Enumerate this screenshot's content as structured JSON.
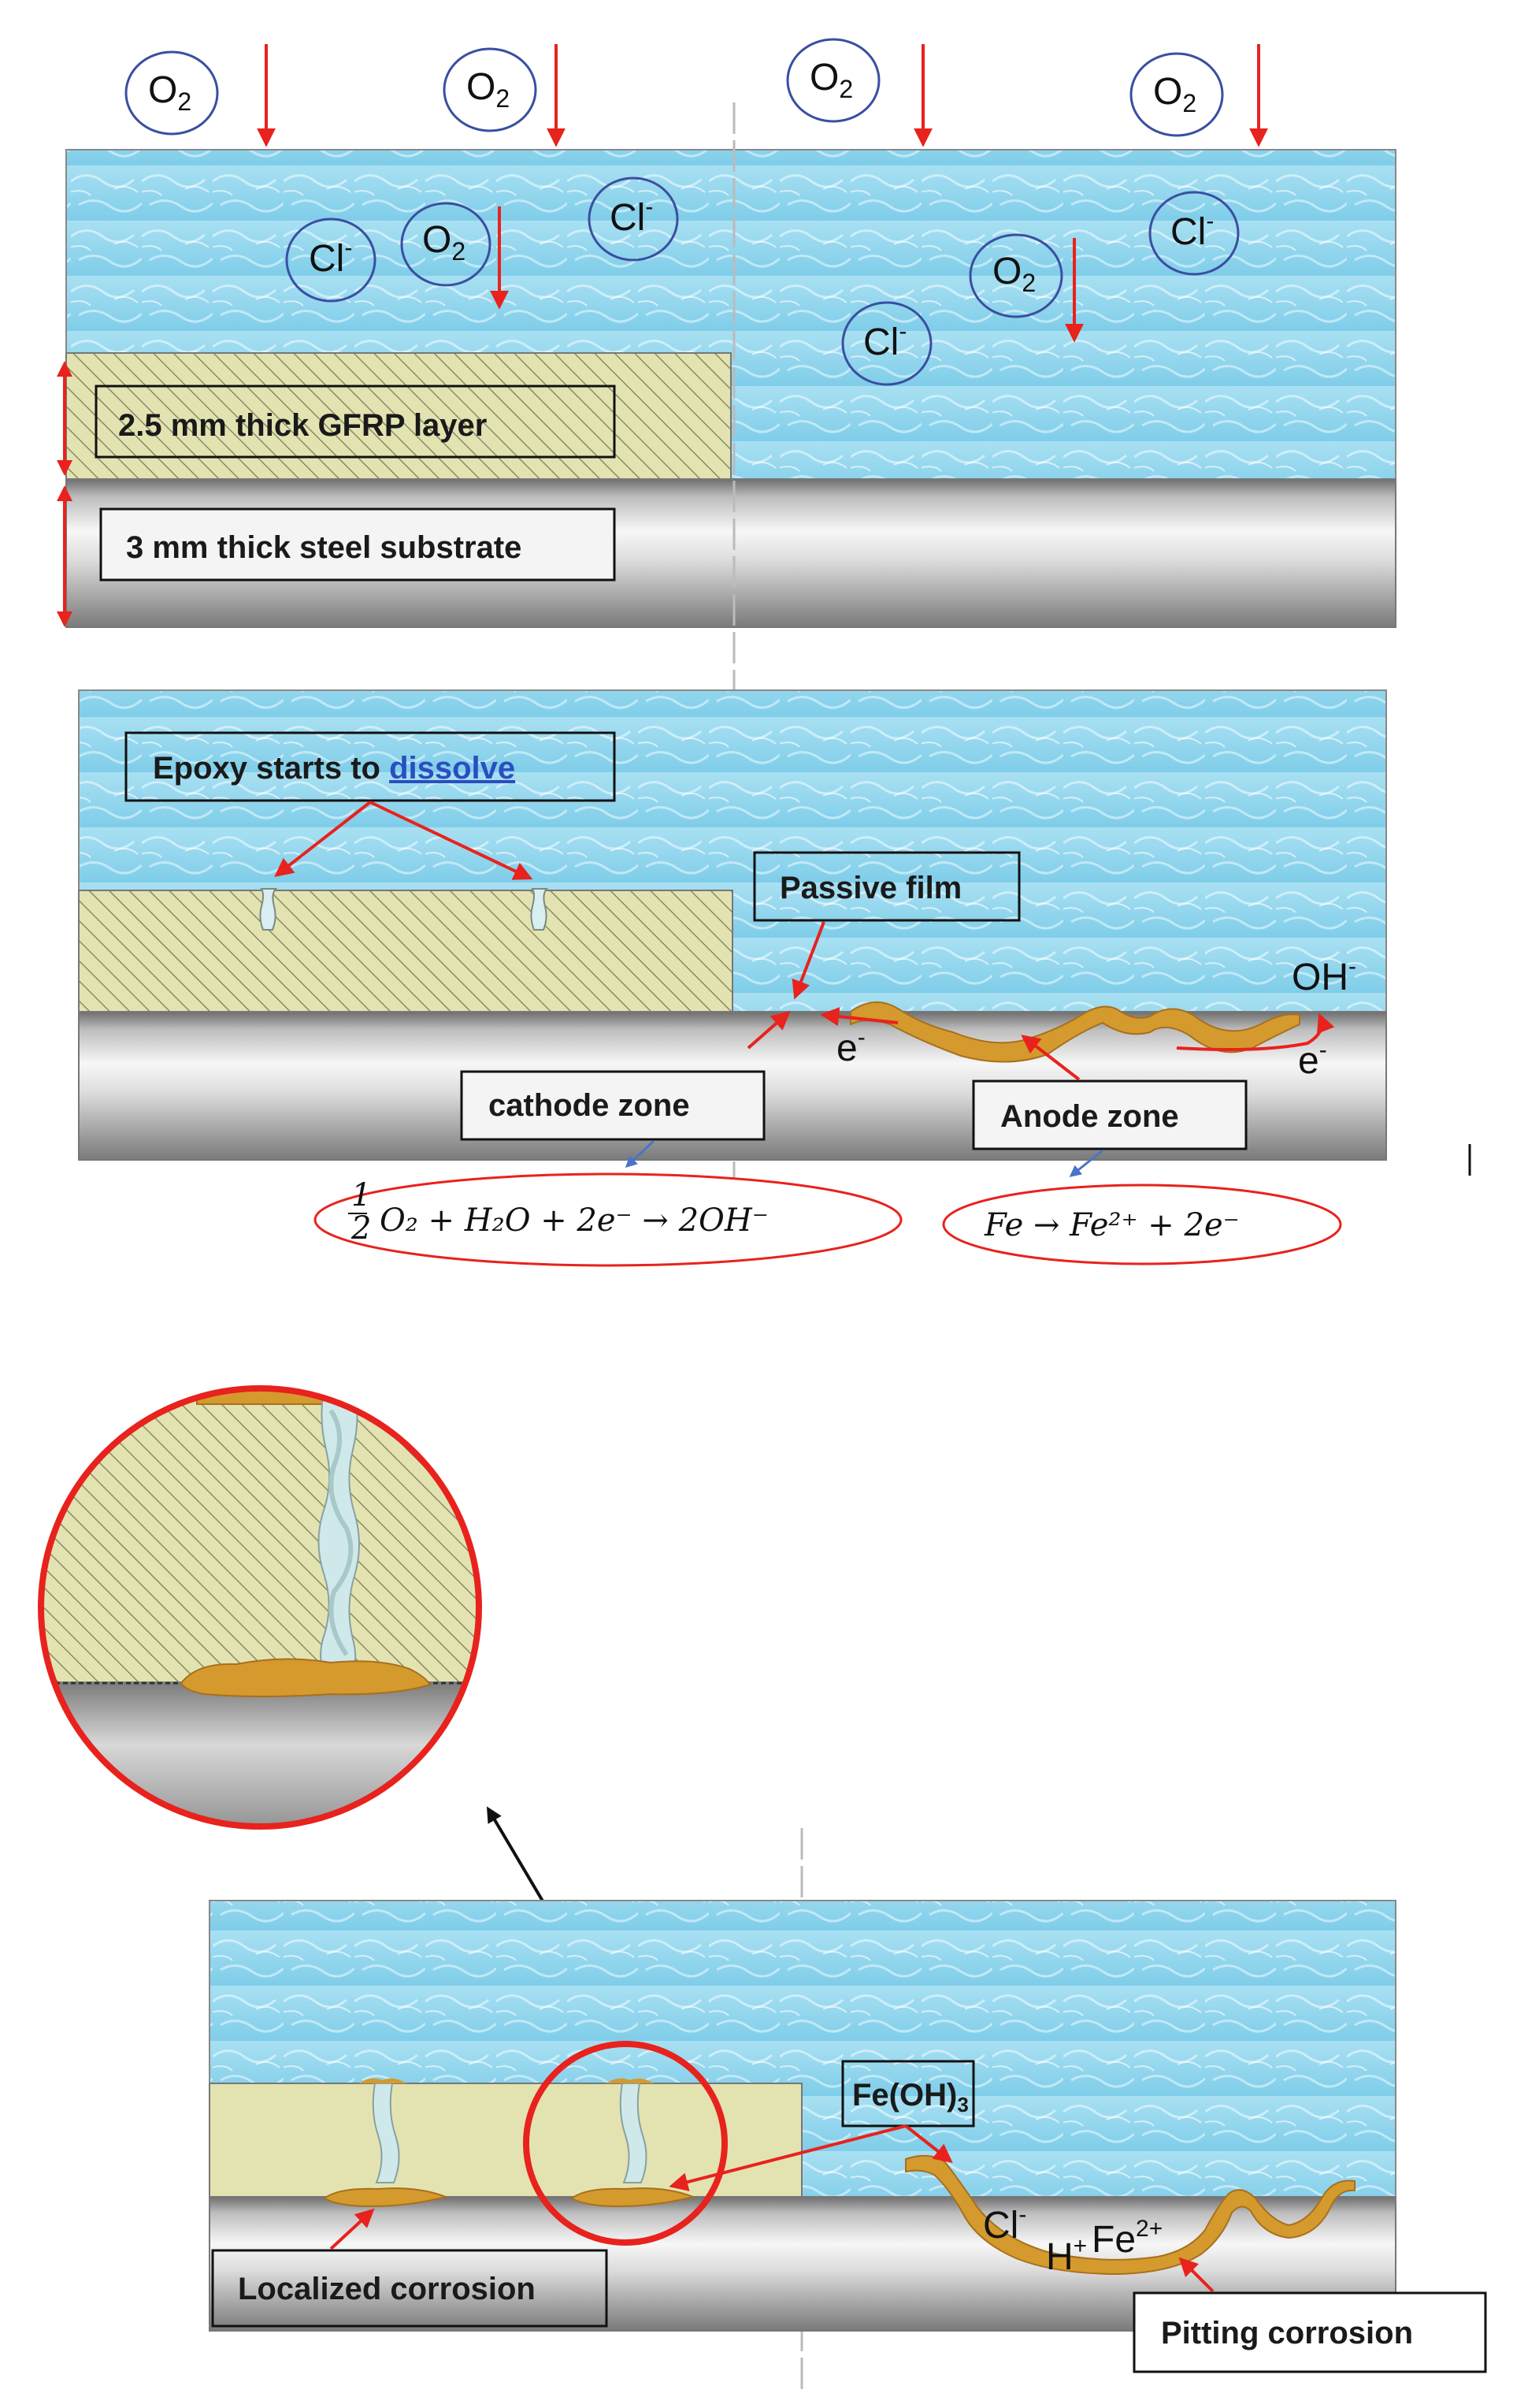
{
  "labels": {
    "gfrp_layer": "2.5 mm thick GFRP layer",
    "steel_substrate": "3 mm thick steel substrate",
    "epoxy_dissolve_prefix": "Epoxy starts to ",
    "epoxy_dissolve_link": "dissolve",
    "passive_film": "Passive film",
    "cathode_zone": "cathode zone",
    "anode_zone": "Anode zone",
    "localized_corrosion": "Localized corrosion",
    "pitting_corrosion": "Pitting corrosion",
    "feoh3_base": "Fe(OH)",
    "feoh3_sub": "3"
  },
  "ions": {
    "oxygen_base": "O",
    "oxygen_sub": "2",
    "chloride_base": "Cl",
    "chloride_sup": "-",
    "hydroxide_base": "OH",
    "hydroxide_sup": "-",
    "electron_base": "e",
    "electron_sup": "-",
    "proton_base": "H",
    "proton_sup": "+",
    "ferrous_base": "Fe",
    "ferrous_sup": "2+"
  },
  "equations": {
    "cathode_frac_num": "1",
    "cathode_frac_den": "2",
    "cathode_rest": "O₂ + H₂O + 2e⁻ → 2OH⁻",
    "anode": "Fe → Fe²⁺ + 2e⁻"
  },
  "colors": {
    "water": "#8fd3ec",
    "water_light": "#c4eaf7",
    "gfrp": "#e2e2b0",
    "gfrp_hatch": "#8a8a66",
    "steel_light": "#f4f4f4",
    "steel_dark": "#8a8a8a",
    "rust": "#d49a2e",
    "arrow_red": "#e8221d",
    "circle_blue": "#3a4fa0",
    "ellipse_red": "#e8221d",
    "pointer_blue": "#4a74c8"
  }
}
